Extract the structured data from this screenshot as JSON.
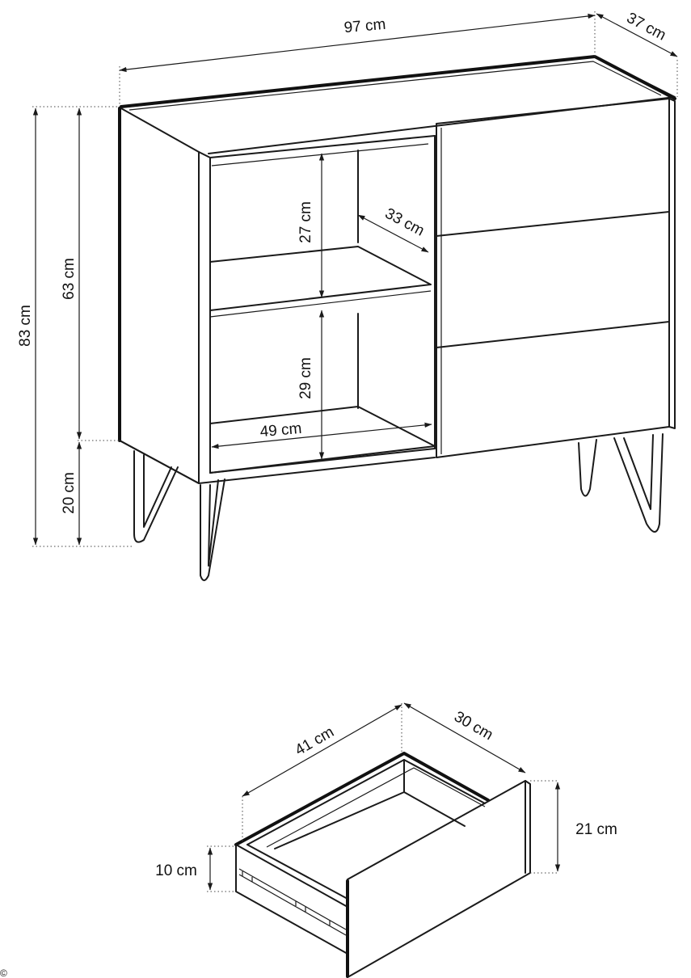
{
  "sideboard": {
    "dimensions": {
      "width": "97 cm",
      "depth": "37 cm",
      "total_height": "83 cm",
      "body_height": "63 cm",
      "leg_height": "20 cm",
      "upper_shelf_height": "27 cm",
      "lower_shelf_height": "29 cm",
      "shelf_depth": "33 cm",
      "inner_width": "49 cm"
    }
  },
  "drawer": {
    "dimensions": {
      "width": "41 cm",
      "depth": "30 cm",
      "front_height": "21 cm",
      "side_height": "10 cm"
    }
  },
  "corner_mark": "©"
}
